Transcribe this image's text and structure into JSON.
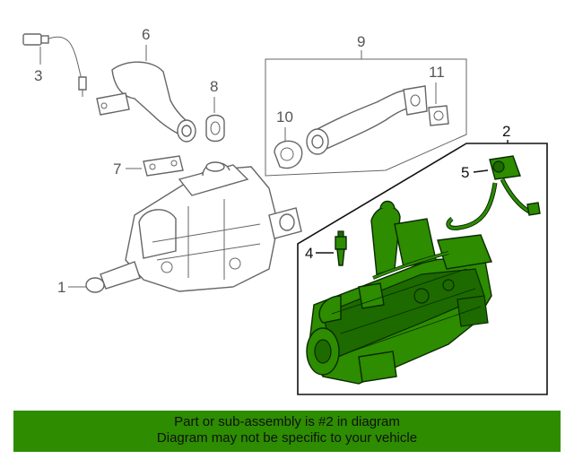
{
  "callouts": {
    "c1": "1",
    "c2": "2",
    "c3": "3",
    "c4": "4",
    "c5": "5",
    "c6": "6",
    "c7": "7",
    "c8": "8",
    "c9": "9",
    "c10": "10",
    "c11": "11"
  },
  "banner": {
    "line1": "Part or sub-assembly is #2 in diagram",
    "line2": "Diagram may not be specific to your vehicle"
  },
  "colors": {
    "highlight": "#2d8c00",
    "banner": "#2d8c00"
  }
}
